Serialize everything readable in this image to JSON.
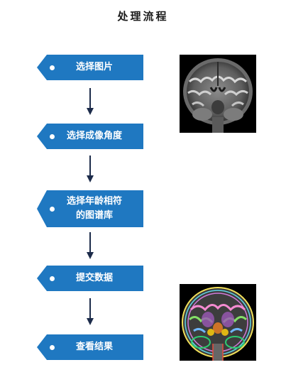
{
  "title": "处理流程",
  "steps": [
    {
      "label": "选择图片"
    },
    {
      "label": "选择成像角度"
    },
    {
      "label": "选择年龄相符的图谱库"
    },
    {
      "label": "提交数据"
    },
    {
      "label": "查看结果"
    }
  ],
  "colors": {
    "step_fill": "#1f78c1",
    "arrow": "#1c2b4a",
    "step_text": "#ffffff"
  }
}
